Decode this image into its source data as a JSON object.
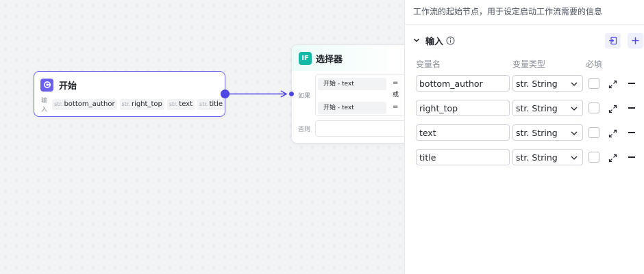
{
  "canvas": {
    "start_node": {
      "title": "开始",
      "inputs_label": "输入",
      "vars": [
        {
          "type": "str.",
          "name": "bottom_author"
        },
        {
          "type": "str.",
          "name": "right_top"
        },
        {
          "type": "str.",
          "name": "text"
        },
        {
          "type": "str.",
          "name": "title"
        }
      ]
    },
    "selector_node": {
      "icon_text": "IF",
      "title": "选择器",
      "if_label": "如果",
      "else_label": "否则",
      "or_label": "或",
      "conditions": [
        {
          "left": "开始  -  text",
          "op": "="
        },
        {
          "left": "开始  -  text",
          "op": "="
        }
      ]
    }
  },
  "panel": {
    "description": "工作流的起始节点，用于设定启动工作流需要的信息",
    "section_title": "输入",
    "columns": {
      "name": "变量名",
      "type": "变量类型",
      "required": "必填"
    },
    "variables": [
      {
        "name": "bottom_author",
        "type_prefix": "str.",
        "type": "String"
      },
      {
        "name": "right_top",
        "type_prefix": "str.",
        "type": "String"
      },
      {
        "name": "text",
        "type_prefix": "str.",
        "type": "String"
      },
      {
        "name": "title",
        "type_prefix": "str.",
        "type": "String"
      }
    ]
  },
  "colors": {
    "accent": "#4f46e5",
    "start_icon": "#6b5ff0",
    "if_icon": "#14b8a6"
  }
}
